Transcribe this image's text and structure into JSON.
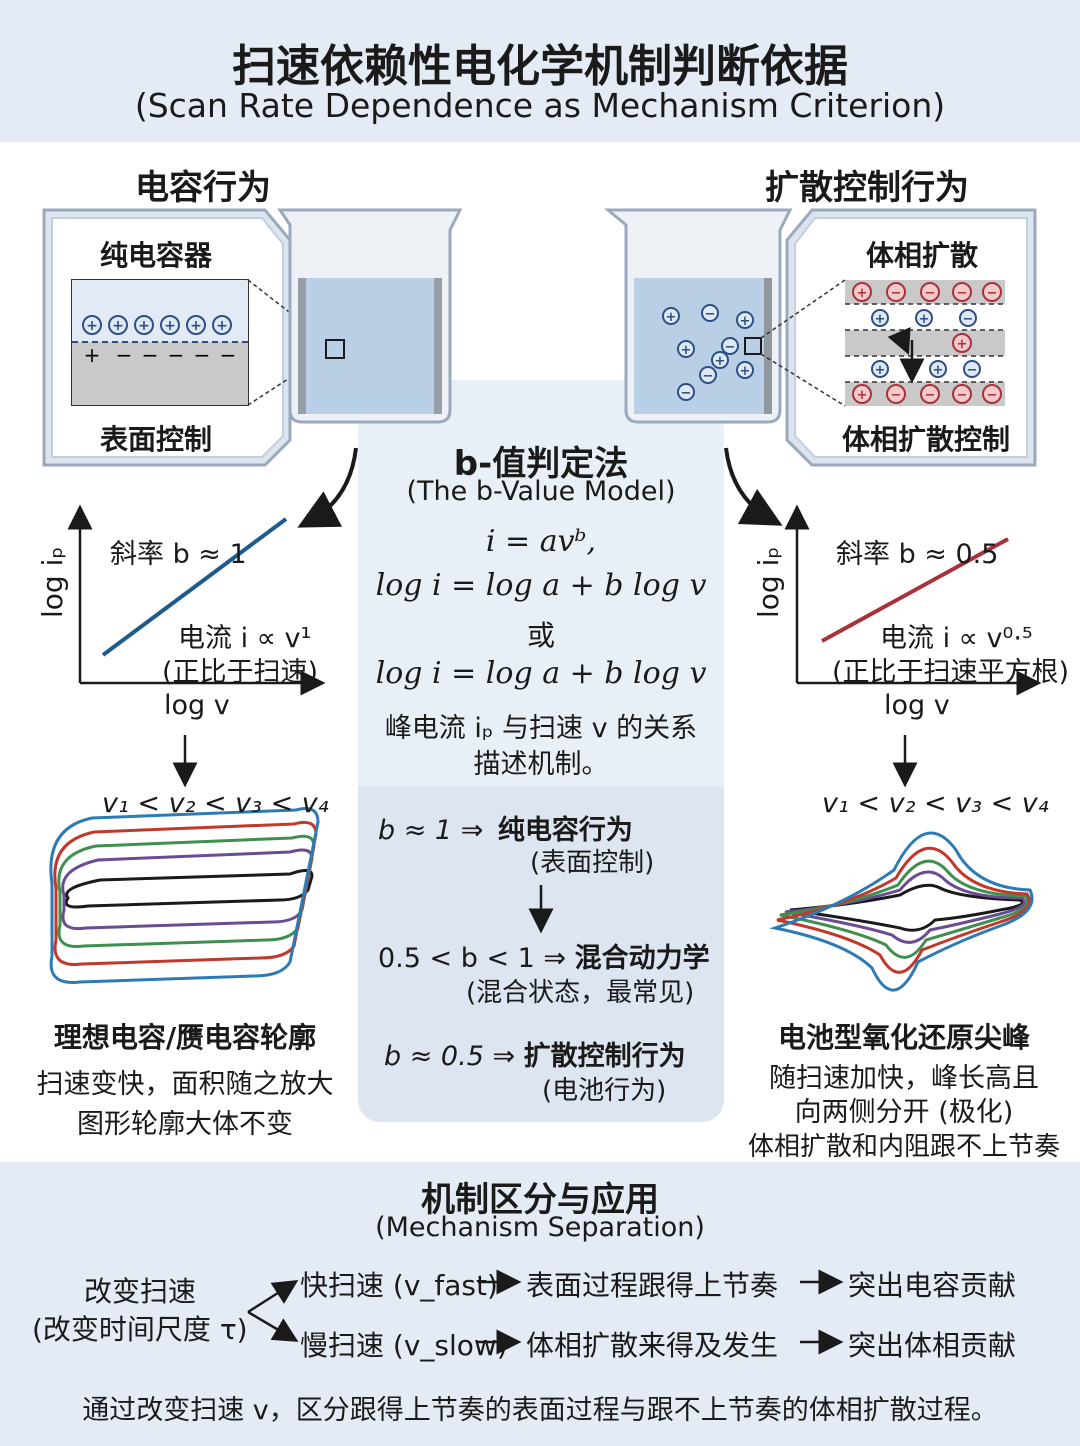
{
  "header": {
    "title": "扫速依赖性电化学机制判断依据",
    "subtitle": "(Scan Rate Dependence as Mechanism Criterion)"
  },
  "left": {
    "heading": "电容行为",
    "inset_top": "纯电容器",
    "inset_bottom": "表面控制",
    "plot": {
      "ylabel": "log iₚ",
      "xlabel": "log v",
      "slope": "斜率 b ≈ 1",
      "current": "电流 i ∝ v¹",
      "note": "(正比于扫速)"
    },
    "scan_order": "v₁ < v₂ < v₃ < v₄",
    "cv_title": "理想电容/赝电容轮廓",
    "cv_desc1": "扫速变快，面积随之放大",
    "cv_desc2": "图形轮廓大体不变"
  },
  "right": {
    "heading": "扩散控制行为",
    "inset_top": "体相扩散",
    "inset_bottom": "体相扩散控制",
    "plot": {
      "ylabel": "log iₚ",
      "xlabel": "log v",
      "slope": "斜率 b ≈ 0.5",
      "current": "电流 i ∝ v⁰·⁵",
      "note": "(正比于扫速平方根)"
    },
    "scan_order": "v₁ < v₂ < v₃ < v₄",
    "cv_title": "电池型氧化还原尖峰",
    "cv_desc1": "随扫速加快，峰长高且",
    "cv_desc2": "向两侧分开 (极化)",
    "cv_desc3": "体相扩散和内阻跟不上节奏"
  },
  "center": {
    "title": "b-值判定法",
    "subtitle": "(The b-Value Model)",
    "eq1": "i = avᵇ,",
    "eq2": "log i = log a + b log v",
    "or": "或",
    "eq3": "log i = log a + b log v",
    "desc1": "峰电流 iₚ 与扫速 v 的关系",
    "desc2": "描述机制。",
    "rule1_cond": "b ≈ 1 ⇒",
    "rule1_res": "纯电容行为",
    "rule1_note": "(表面控制)",
    "rule2_cond": "0.5 < b < 1 ⇒",
    "rule2_res": "混合动力学",
    "rule2_note": "(混合状态，最常见)",
    "rule3_cond": "b ≈ 0.5 ⇒",
    "rule3_res": "扩散控制行为",
    "rule3_note": "(电池行为)"
  },
  "footer": {
    "title": "机制区分与应用",
    "subtitle": "(Mechanism Separation)",
    "change1": "改变扫速",
    "change2": "(改变时间尺度 τ)",
    "fast": "快扫速 (v_fast)",
    "fast_mid": "表面过程跟得上节奏",
    "fast_end": "突出电容贡献",
    "slow": "慢扫速 (v_slow)",
    "slow_mid": "体相扩散来得及发生",
    "slow_end": "突出体相贡献",
    "summary": "通过改变扫速 v，区分跟得上节奏的表面过程与跟不上节奏的体相扩散过程。"
  },
  "colors": {
    "header_bg": "#e4ebf5",
    "liquid": "#b9cfe6",
    "line_left": "#1f5a8c",
    "line_right": "#a8323a",
    "cv": [
      "#1a1a1a",
      "#6a4c93",
      "#3f8f4f",
      "#c0392b",
      "#2d7bb5"
    ]
  }
}
